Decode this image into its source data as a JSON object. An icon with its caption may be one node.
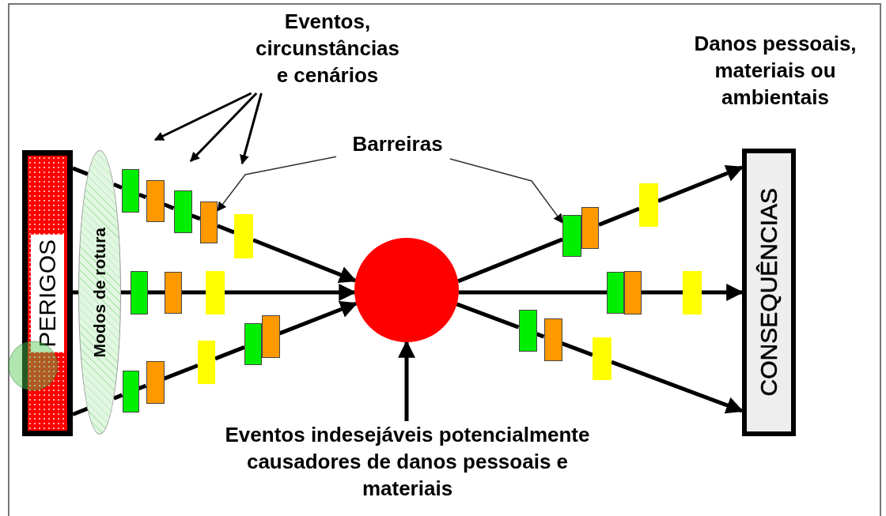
{
  "diagram": {
    "nodes": [
      {
        "text": [
          "PERIGOS"
        ]
      },
      {
        "text": [
          "Modos de rotura"
        ]
      },
      {
        "text": [
          "Eventos, circunstâncias e cenários"
        ]
      },
      {
        "text": [
          "Barreiras"
        ]
      },
      {
        "text": [],
        "shape": "bar"
      },
      {
        "text": [],
        "shape": "bar"
      },
      {
        "text": [],
        "shape": "bar"
      },
      {
        "text": [],
        "shape": "bar"
      },
      {
        "text": [],
        "shape": "bar"
      },
      {
        "text": [],
        "shape": "bar"
      },
      {
        "text": [],
        "shape": "bar"
      },
      {
        "text": [],
        "shape": "bar"
      },
      {
        "text": [],
        "shape": "bar"
      },
      {
        "text": [],
        "shape": "bar"
      },
      {
        "text": [],
        "shape": "bar"
      },
      {
        "text": [],
        "shape": "bar"
      },
      {
        "text": [],
        "shape": "bar"
      },
      {
        "text": [],
        "shape": "bar"
      },
      {
        "text": [],
        "shape": "bar"
      },
      {
        "text": [],
        "shape": "bar"
      },
      {
        "text": [],
        "shape": "bar"
      },
      {
        "text": [],
        "shape": "bar"
      },
      {
        "text": [],
        "shape": "bar"
      },
      {
        "text": [],
        "shape": "bar"
      },
      {
        "text": [],
        "shape": "bar"
      },
      {
        "text": [],
        "shape": "bar"
      },
      {
        "text": [],
        "shape": "circle"
      },
      {
        "text": [
          "CONSEQUÊNCIAS"
        ]
      },
      {
        "text": [
          "Eventos indesejáveis potencialmente causadores de danos pessoais e materiais"
        ]
      }
    ],
    "edges": [
      {
        "from": 0,
        "to": 1,
        "arrow": "none"
      },
      {
        "from": 1,
        "to": 4,
        "arrow": "none"
      },
      {
        "from": 4,
        "to": 5,
        "arrow": "none"
      },
      {
        "from": 5,
        "to": 6,
        "arrow": "none"
      },
      {
        "from": 6,
        "to": 7,
        "arrow": "none"
      },
      {
        "from": 7,
        "to": 8,
        "arrow": "none"
      },
      {
        "from": 8,
        "to": 26,
        "arrow": "to"
      },
      {
        "from": 0,
        "to": 1,
        "arrow": "none"
      },
      {
        "from": 1,
        "to": 9,
        "arrow": "none"
      },
      {
        "from": 9,
        "to": 10,
        "arrow": "none"
      },
      {
        "from": 10,
        "to": 11,
        "arrow": "none"
      },
      {
        "from": 11,
        "to": 26,
        "arrow": "to"
      },
      {
        "from": 0,
        "to": 1,
        "arrow": "none"
      },
      {
        "from": 1,
        "to": 12,
        "arrow": "none"
      },
      {
        "from": 12,
        "to": 13,
        "arrow": "none"
      },
      {
        "from": 13,
        "to": 14,
        "arrow": "none"
      },
      {
        "from": 14,
        "to": 15,
        "arrow": "none"
      },
      {
        "from": 16,
        "to": 26,
        "arrow": "to"
      },
      {
        "from": 26,
        "to": 17,
        "arrow": "none"
      },
      {
        "from": 18,
        "to": 19,
        "arrow": "none"
      },
      {
        "from": 19,
        "to": 27,
        "arrow": "to"
      },
      {
        "from": 26,
        "to": 20,
        "arrow": "none"
      },
      {
        "from": 21,
        "to": 22,
        "arrow": "none"
      },
      {
        "from": 22,
        "to": 27,
        "arrow": "to"
      },
      {
        "from": 26,
        "to": 23,
        "arrow": "none"
      },
      {
        "from": 23,
        "to": 24,
        "arrow": "none"
      },
      {
        "from": 24,
        "to": 25,
        "arrow": "none"
      },
      {
        "from": 25,
        "to": 27,
        "arrow": "to"
      },
      {
        "from": 28,
        "to": 26,
        "arrow": "to"
      },
      {
        "from": 2,
        "to": null,
        "arrow": "to"
      },
      {
        "from": 2,
        "to": null,
        "arrow": "to"
      },
      {
        "from": 2,
        "to": null,
        "arrow": "to"
      },
      {
        "from": 3,
        "to": 7,
        "arrow": "to"
      },
      {
        "from": 3,
        "to": 17,
        "arrow": "to"
      }
    ],
    "labels": [
      "Danos pessoais, materiais ou ambientais"
    ]
  }
}
